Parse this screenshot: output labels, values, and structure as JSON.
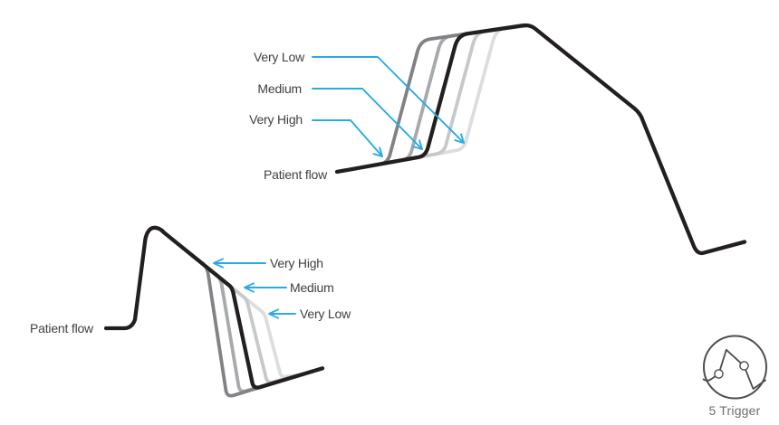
{
  "colors": {
    "curve_black": "#231f20",
    "gray_dark": "#808285",
    "gray_medium": "#a7a9ac",
    "gray_light": "#c7c8ca",
    "gray_lightest": "#dcddde",
    "accent_cyan": "#29abe2",
    "label_text": "#414042",
    "icon_stroke": "#4d4d4f",
    "icon_caption_text": "#6d6e71"
  },
  "top_diagram": {
    "labels": {
      "very_low": "Very Low",
      "medium": "Medium",
      "very_high": "Very High",
      "patient_flow": "Patient flow"
    }
  },
  "bottom_diagram": {
    "labels": {
      "very_high": "Very High",
      "medium": "Medium",
      "very_low": "Very Low",
      "patient_flow": "Patient flow"
    }
  },
  "legend": {
    "caption": "5 Trigger"
  }
}
